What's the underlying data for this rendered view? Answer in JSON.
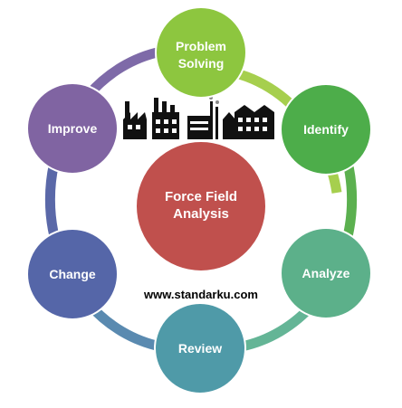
{
  "diagram": {
    "center": {
      "title_line1": "Force Field",
      "title_line2": "Analysis",
      "color": "#c0504d"
    },
    "nodes": [
      {
        "id": "problem-solving",
        "line1": "Problem",
        "line2": "Solving",
        "color": "#8dc63f"
      },
      {
        "id": "identify",
        "line1": "Identify",
        "line2": "",
        "color": "#4dad4a"
      },
      {
        "id": "analyze",
        "line1": "Analyze",
        "line2": "",
        "color": "#5cb08a"
      },
      {
        "id": "review",
        "line1": "Review",
        "line2": "",
        "color": "#4f9aa8"
      },
      {
        "id": "change",
        "line1": "Change",
        "line2": "",
        "color": "#5566a8"
      },
      {
        "id": "improve",
        "line1": "Improve",
        "line2": "",
        "color": "#8064a2"
      }
    ],
    "website": "www.standarku.com",
    "illustration_icon": "factory-skyline-icon"
  }
}
